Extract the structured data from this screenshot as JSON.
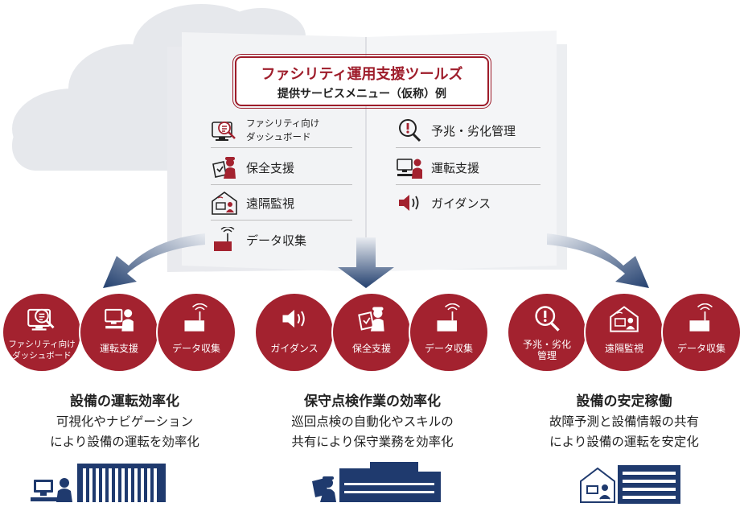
{
  "menu": {
    "title": "ファシリティ運用支援ツールズ",
    "subtitle": "提供サービスメニュー（仮称）例",
    "left_items": [
      {
        "label": "ファシリティ向け\nダッシュボード",
        "icon": "dashboard-icon"
      },
      {
        "label": "保全支援",
        "icon": "tablet-worker-icon"
      },
      {
        "label": "遠隔監視",
        "icon": "remote-monitor-icon"
      },
      {
        "label": "データ収集",
        "icon": "antenna-icon"
      }
    ],
    "right_items": [
      {
        "label": "予兆・劣化管理",
        "icon": "magnifier-alert-icon"
      },
      {
        "label": "運転支援",
        "icon": "operator-pc-icon"
      },
      {
        "label": "ガイダンス",
        "icon": "speaker-icon"
      }
    ]
  },
  "groups": [
    {
      "circles": [
        {
          "label": "ファシリティ向け\nダッシュボード",
          "icon": "dashboard-icon"
        },
        {
          "label": "運転支援",
          "icon": "operator-pc-icon"
        },
        {
          "label": "データ収集",
          "icon": "antenna-icon"
        }
      ],
      "title": "設備の運転効率化",
      "desc": "可視化やナビゲーション\nにより設備の運転を効率化"
    },
    {
      "circles": [
        {
          "label": "ガイダンス",
          "icon": "speaker-icon"
        },
        {
          "label": "保全支援",
          "icon": "tablet-worker-icon"
        },
        {
          "label": "データ収集",
          "icon": "antenna-icon"
        }
      ],
      "title": "保守点検作業の効率化",
      "desc": "巡回点検の自動化やスキルの\n共有により保守業務を効率化"
    },
    {
      "circles": [
        {
          "label": "予兆・劣化\n管理",
          "icon": "magnifier-alert-icon"
        },
        {
          "label": "遠隔監視",
          "icon": "remote-monitor-icon"
        },
        {
          "label": "データ収集",
          "icon": "antenna-icon"
        }
      ],
      "title": "設備の安定稼働",
      "desc": "故障予測と設備情報の共有\nにより設備の運転を安定化"
    }
  ],
  "colors": {
    "accent": "#a3222f",
    "navy": "#1f3a6e",
    "cloud": "#e6e8ec"
  }
}
